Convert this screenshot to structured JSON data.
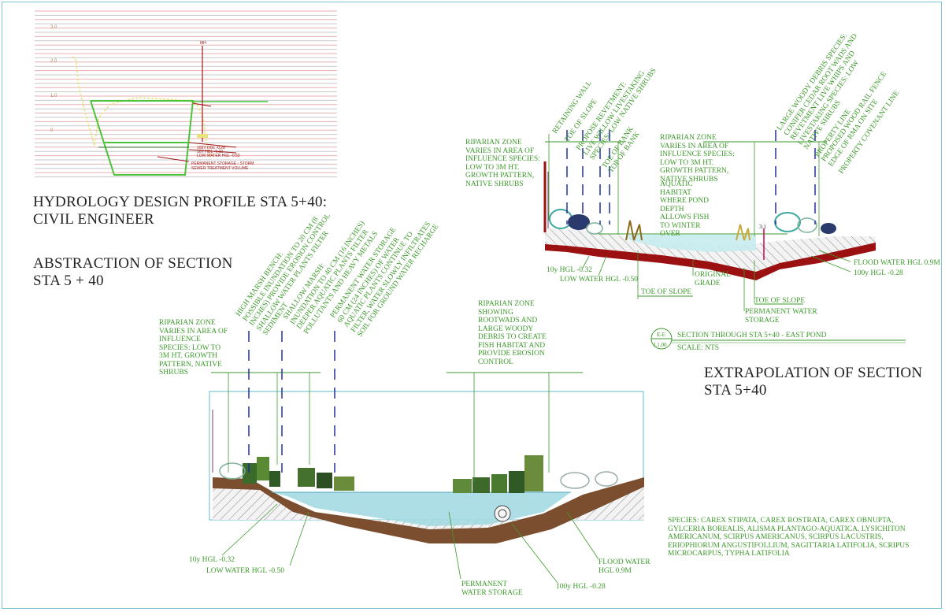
{
  "titles": {
    "hydrology": [
      "HYDROLOGY DESIGN PROFILE STA 5+40:",
      "CIVIL ENGINEER"
    ],
    "abstraction": [
      "ABSTRACTION OF SECTION",
      "STA 5 + 40"
    ],
    "extrapolation": [
      "EXTRAPOLATION OF SECTION",
      "STA 5+40"
    ]
  },
  "hydrology_profile": {
    "y_ticks": [
      "3.0",
      "2.0",
      "1.0",
      "0"
    ],
    "labels": [
      "100y HGL -0.28",
      "10y HGL -0.32",
      "LOW WATER HGL -0.50",
      "PERMANENT STORAGE - STORM",
      "SEWER TREATMENT VOLUME",
      "MH"
    ]
  },
  "abstraction": {
    "riparian_left": "RIPARIAN ZONE VARIES IN AREA OF INFLUENCE SPECIES: LOW TO 3M HT. GROWTH PATTERN, NATIVE SHRUBS",
    "riparian_right": "RIPARIAN ZONE SHOWING ROOTWADS AND LARGE WOODY DEBRIS TO CREATE FISH HABITAT AND PROVIDE EROSION CONTROL",
    "rotated": [
      "HIGH MARSH BENCH:",
      "POSSIBLE INUNDATION TO 20 CM (8",
      "INCHES) PROVIDE EROSION CONTROL",
      "SHALLOW WATER PLANTS FILTER",
      "SEDIMENT",
      "SHALLOW MARSH:",
      "INUNDATION TO 40 CM (16 INCHES)",
      "DEEPER AQUATIC PLANTS FILTER",
      "POLLUTANTS AND HEAVY METALS",
      "PERMANENT WATER STORAGE",
      "60 CM (24 INCHES) OF WATER",
      "AQUATIC PLANTS CONTINUE TO",
      "FILTER, WATER SLOWLY INFILTRATES",
      "SOIL FOR GROUND WATER RECHARGE"
    ],
    "hgl_10y": "10y HGL -0.32",
    "low_water": "LOW WATER HGL -0.50",
    "permanent": "PERMANENT WATER STORAGE",
    "hgl_100y": "100y HGL -0.28",
    "flood": "FLOOD WATER HGL 0.9M"
  },
  "species": "SPECIES: CAREX STIPATA, CAREX ROSTRATA, CAREX OBNUPTA, GYLCERIA BOREALIS, ALISMA PLANTAGO-AQUATICA, LYSICHITON AMERICANUM, SCIRPUS AMERICANUS, SCIRPUS LACUSTRIS, ERIOPHIORUM ANGUSTIFOLLIUM, SAGITTARIA LATIFOLIA, SCRIPUS MICROCARPUS, TYPHA LATIFOLIA",
  "extrapolation": {
    "rotated_left": [
      "RETAINING WALL",
      "TOE OF SLOPE",
      "PROPOSE REVETMENT:",
      "LIVE WILLOW LIVESTAKING",
      "SPECIES: LOW NATIVE SHRUBS",
      "TOE OF BANK",
      "TOP OF BANK"
    ],
    "rotated_right": [
      "LARGE WOODY DEBRIS SPECIES:",
      "CONIFER CEDAR ROOT WADS AND",
      "REVETMENT LIVE WHIPS AND",
      "LIVESTAKING SPECIES: LOW",
      "NATIVE SHRUBS",
      "PROPERTY LINE",
      "PROPOSED WOOD RAIL FENCE",
      "EDGE OF RMA ON SITE",
      "PROPERTY COVENANT LINE"
    ],
    "riparian_left": "RIPARIAN ZONE VARIES IN AREA OF INFLUENCE SPECIES: LOW TO 3M HT. GROWTH PATTERN, NATIVE SHRUBS",
    "riparian_right": "RIPARIAN ZONE VARIES IN AREA OF INFLUENCE SPECIES: LOW TO 3M HT. GROWTH PATTERN, NATIVE SHRUBS",
    "aquatic": "AQUATIC HABITAT WHERE POND DEPTH ALLOWS FISH TO WINTER OVER",
    "flood": "FLOOD WATER HGL 0.9M",
    "hgl_100y": "100y HGL -0.28",
    "hgl_10y": "10y HGL -0.32",
    "low_water": "LOW WATER HGL -0.50",
    "original_grade": "ORIGINAL GRADE",
    "toe_left": "TOE OF SLOPE",
    "toe_right": "TOE OF SLOPE",
    "permanent": "PERMANENT WATER STORAGE",
    "slope": "3:1",
    "section_id": "E-E",
    "sheet_id": "L1.00",
    "section_caption": "SECTION THROUGH STA 5+40 - EAST POND",
    "scale": "SCALE: NTS"
  }
}
